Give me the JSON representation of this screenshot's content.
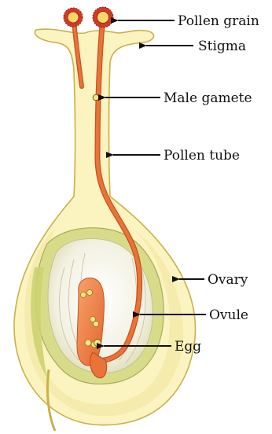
{
  "labels": {
    "pollen_grain": "Pollen grain",
    "stigma": "Stigma",
    "male_gamete": "Male gamete",
    "pollen_tube": "Pollen tube",
    "ovary": "Ovary",
    "ovule": "Ovule",
    "egg": "Egg"
  },
  "colors": {
    "pistil_fill": "#fbf3c0",
    "pistil_outline": "#c9b24a",
    "ovule_green": "#d8dc8a",
    "ovule_inner": "#f1efdd",
    "tube": "#e8743a",
    "tube_dark": "#c8501f",
    "pollen_red": "#d23a28",
    "nucellus": "#f08a4d",
    "arrow": "#111111"
  }
}
